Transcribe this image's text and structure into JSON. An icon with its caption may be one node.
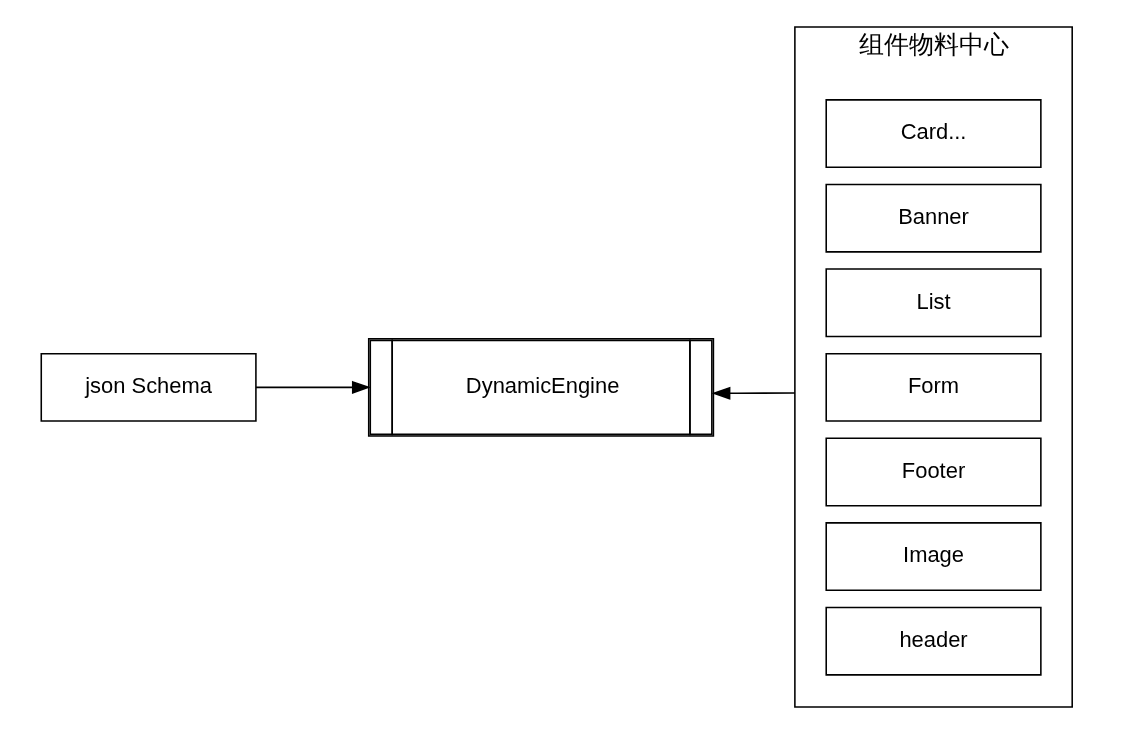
{
  "diagram": {
    "nodes": [
      {
        "text": [
          "json Schema"
        ]
      },
      {
        "text": [
          "DynamicEngine"
        ]
      },
      {
        "text": [
          "组件物料中心"
        ]
      },
      {
        "text": [
          "header"
        ],
        "in": 2
      },
      {
        "text": [
          "Image"
        ],
        "in": 2
      },
      {
        "text": [
          "Footer"
        ],
        "in": 2
      },
      {
        "text": [
          "Form"
        ],
        "in": 2
      },
      {
        "text": [
          "List"
        ],
        "in": 2
      },
      {
        "text": [
          "Banner"
        ],
        "in": 2
      },
      {
        "text": [
          "Card..."
        ],
        "in": 2
      }
    ],
    "edges": [
      {
        "from": 0,
        "to": 1,
        "arrow": "to"
      },
      {
        "from": 2,
        "to": 1,
        "arrow": "to"
      }
    ]
  }
}
